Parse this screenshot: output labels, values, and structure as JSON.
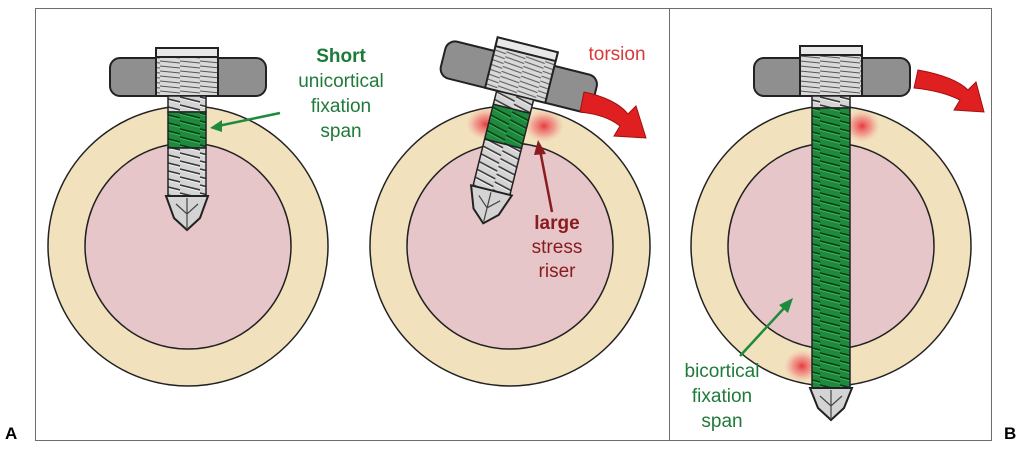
{
  "panels": {
    "a": {
      "letter": "A"
    },
    "b": {
      "letter": "B"
    }
  },
  "labels": {
    "short_bold": "Short",
    "short_line2": "unicortical",
    "short_line3": "fixation",
    "short_line4": "span",
    "torsion": "torsion",
    "large_bold": "large",
    "stress": "stress",
    "riser": "riser",
    "bicortical_line1": "bicortical",
    "bicortical_line2": "fixation",
    "bicortical_line3": "span"
  },
  "colors": {
    "fixation_green": "#1e8a3c",
    "label_green": "#1f7a3a",
    "torsion_red": "#e02020",
    "torsion_text": "#d83a3a",
    "stress_text": "#8a1c20",
    "cortical_bone": "#f1e2bd",
    "medullary": "#e6c6c8",
    "plate_gray": "#8f8f8f"
  }
}
